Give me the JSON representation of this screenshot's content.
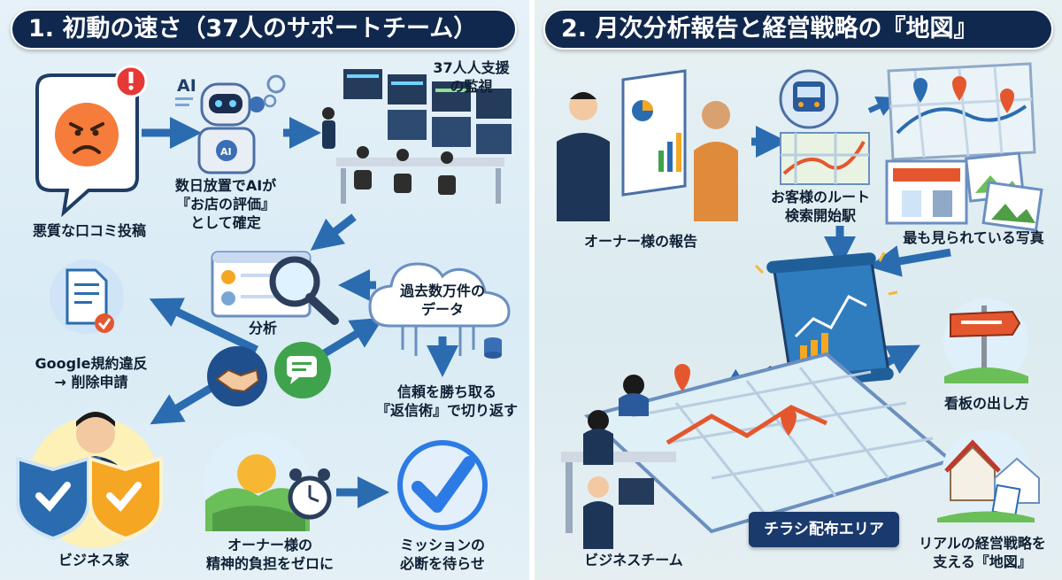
{
  "left": {
    "title": "1. 初動の速さ（37人のサポートチーム）",
    "nodes": {
      "bad_review": "悪質な口コミ投稿",
      "ai_note": [
        "数日放置でAIが",
        "『お店の評価』",
        "として確定"
      ],
      "monitor": [
        "37人人支援",
        "の監視"
      ],
      "analysis": "分析",
      "data_cloud": [
        "過去数万件の",
        "データ"
      ],
      "google_report": [
        "Google規約違反",
        "→ 削除申請"
      ],
      "reply": [
        "信頼を勝ち取る",
        "『返信術』で切り返す"
      ],
      "business_owner": "ビジネス家",
      "owner_relief": [
        "オーナー様の",
        "精神的負担をゼロに"
      ],
      "mission": [
        "ミッションの",
        "必断を待らせ"
      ]
    }
  },
  "right": {
    "title": "2. 月次分析報告と経営戦略の『地図』",
    "nodes": {
      "owner_report": "オーナー様の報告",
      "route": [
        "お客様のルート",
        "検索開始駅"
      ],
      "photos": "最も見られている写真",
      "signboard": "看板の出し方",
      "business_team": "ビジネスチーム",
      "flyer_area": "チラシ配布エリア",
      "map": [
        "リアルの経営戦略を",
        "支える『地図』"
      ]
    }
  },
  "icons": [
    "alert-icon",
    "angry-face-icon",
    "ai-robot-icon",
    "monitor-wall-icon",
    "magnifier-icon",
    "cloud-data-icon",
    "document-check-icon",
    "handshake-icon",
    "chat-bubble-icon",
    "shield-check-icon",
    "sun-landscape-icon",
    "alarm-clock-icon",
    "checkmark-icon",
    "report-chart-icon",
    "train-icon",
    "route-map-icon",
    "storefront-icon",
    "photo-icon",
    "scroll-chart-icon",
    "city-map-icon",
    "signboard-icon",
    "house-flyer-icon"
  ],
  "colors": {
    "title_bg": "#10284d",
    "accent": "#2b6cb0",
    "pin": "#e4572e",
    "check": "#2c7be5"
  }
}
